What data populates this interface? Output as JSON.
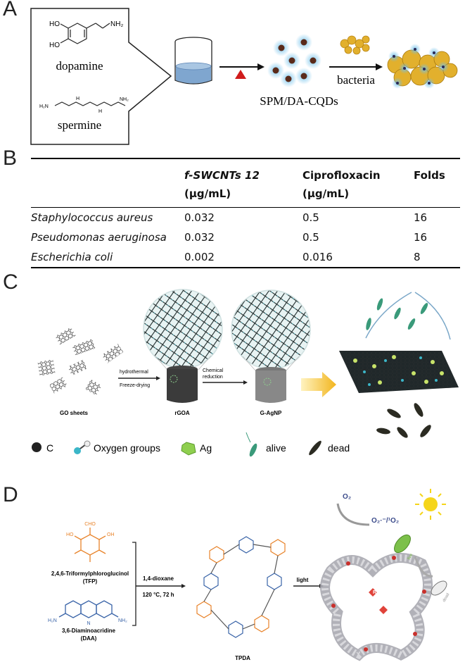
{
  "panels": [
    "A",
    "B",
    "C",
    "D"
  ],
  "panelA": {
    "dopamine": "dopamine",
    "spermine": "spermine",
    "bacteria": "bacteria",
    "product": "SPM/DA-CQDs",
    "dopamine_groups": {
      "ho1": "HO",
      "ho2": "HO",
      "nh2": "NH₂"
    },
    "spermine_groups": {
      "h2n": "H₂N",
      "h1": "H",
      "h2": "H",
      "nh2": "NH₂"
    }
  },
  "panelB": {
    "headers": {
      "col2_line1": "f-SWCNTs 12",
      "col2_line2": "(μg/mL)",
      "col3_line1": "Ciprofloxacin",
      "col3_line2": "(μg/mL)",
      "col4": "Folds"
    },
    "rows": [
      {
        "species": "Staphylococcus aureus",
        "f_swcnts": "0.032",
        "cipro": "0.5",
        "folds": "16"
      },
      {
        "species": "Pseudomonas aeruginosa",
        "f_swcnts": "0.032",
        "cipro": "0.5",
        "folds": "16"
      },
      {
        "species": "Escherichia coli",
        "f_swcnts": "0.002",
        "cipro": "0.016",
        "folds": "8"
      }
    ]
  },
  "panelC": {
    "go_sheets": "GO sheets",
    "hydrothermal": "hydrothermal",
    "freeze_drying": "Freeze-drying",
    "rgoa": "rGOA",
    "chemical": "Chemical",
    "reduction": "reduction",
    "gagnp": "G-AgNP",
    "legend": {
      "c": "C",
      "oxygen": "Oxygen groups",
      "ag": "Ag",
      "alive": "alive",
      "dead": "dead"
    }
  },
  "panelD": {
    "tfp_name": "2,4,6-Triformylphloroglucinol",
    "tfp_abbr": "(TFP)",
    "daa_name": "3,6-Diaminoacridine",
    "daa_abbr": "(DAA)",
    "solvent": "1,4-dioxane",
    "conditions": "120 °C, 72 h",
    "tpda": "TPDA",
    "light": "light",
    "o2": "O₂",
    "ros_products": "O₂·⁻/¹O₂",
    "live": "live",
    "dead": "dead",
    "ros": "ROS",
    "tfp_groups": {
      "cho": "CHO",
      "oh": "OH",
      "ho": "HO"
    },
    "daa_groups": {
      "h2n": "H₂N",
      "nh2": "NH₂",
      "n": "N"
    }
  },
  "colors": {
    "orange": "#e8832a",
    "blue": "#3a64a8",
    "red": "#d01c1c",
    "gold": "#e0a91e",
    "cyan": "#7ec8e8"
  }
}
